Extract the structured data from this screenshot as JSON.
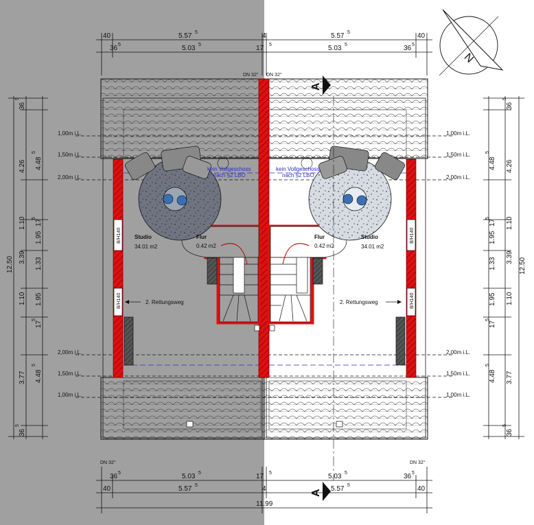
{
  "roof_pitch_label": "DN 32°",
  "dims": {
    "top_edge": "40",
    "top_span": "5.57",
    "top_span_sup": "5",
    "overhang": "36",
    "overhang_sup": "5",
    "inner_span": "5.03",
    "inner_span_sup": "5",
    "center_wall": "4",
    "center_half": "17",
    "center_half_sup": "5",
    "total_width": "11.99",
    "total_depth": "12.50",
    "roof_depth": "4.26",
    "roof_depth_b": "4.48",
    "roof_depth_b_sup": "5",
    "eave": "36",
    "eave_sup": "5",
    "w1": "1.10",
    "w2": "1.95",
    "w3": "3.39",
    "w4": "1.33",
    "w5": "17",
    "w5_sup": "5",
    "w6": "3.77"
  },
  "levels": {
    "l100": "1,00m i.L.",
    "l150": "1,50m i.L.",
    "l200": "2,00m i.L."
  },
  "note": {
    "line1": "kein Vollgeschoss",
    "line2": "nach §2 LBO"
  },
  "rooms": {
    "studio_name": "Studio",
    "studio_area": "34.01 m2",
    "flur_name": "Flur",
    "flur_area": "0.42 m2",
    "escape": "2. Rettungsweg"
  },
  "section_label": "A",
  "compass_letter": "N",
  "window_tag": "B/H140",
  "colors": {
    "wall": "#e01010",
    "shade": "#a0a0a0",
    "note": "#2a2ad0"
  }
}
